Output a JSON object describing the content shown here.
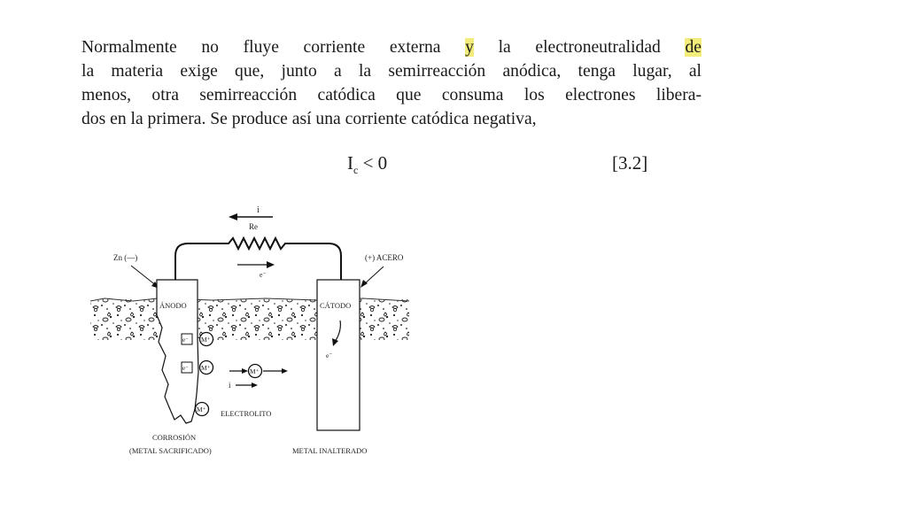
{
  "paragraph": {
    "line1_a": "Normalmente no fluye corriente externa ",
    "line1_hl1": "y",
    "line1_b": " la electroneutralidad ",
    "line1_hl2": "de",
    "line2": "la materia exige que, junto a la semirreacción anódica, tenga lugar, al",
    "line3": "menos, otra semirreacción catódica que consuma los electrones libera-",
    "line4": "dos en la primera. Se produce así una corriente catódica negativa,"
  },
  "equation": {
    "lhs_letter": "I",
    "lhs_sub": "c",
    "lhs_rest": " < 0",
    "number": "[3.2]"
  },
  "diagram": {
    "current_top": "i",
    "resistor": "Re",
    "electron_wire": "e⁻",
    "left_electrode": "Zn (—)",
    "right_electrode": "(+) ACERO",
    "anode": "ÁNODO",
    "cathode": "CÁTODO",
    "electron_cathode": "e⁻",
    "e_box1": "e⁻",
    "e_box2": "e⁻",
    "ion1": "M⁺",
    "ion2": "M⁺",
    "ion3": "M⁺",
    "ion4": "M⁺",
    "current_electrolyte": "i",
    "electrolyte": "ELECTROLITO",
    "corrosion_line1": "CORROSIÓN",
    "corrosion_line2": "(METAL SACRIFICADO)",
    "unaltered": "METAL INALTERADO"
  }
}
